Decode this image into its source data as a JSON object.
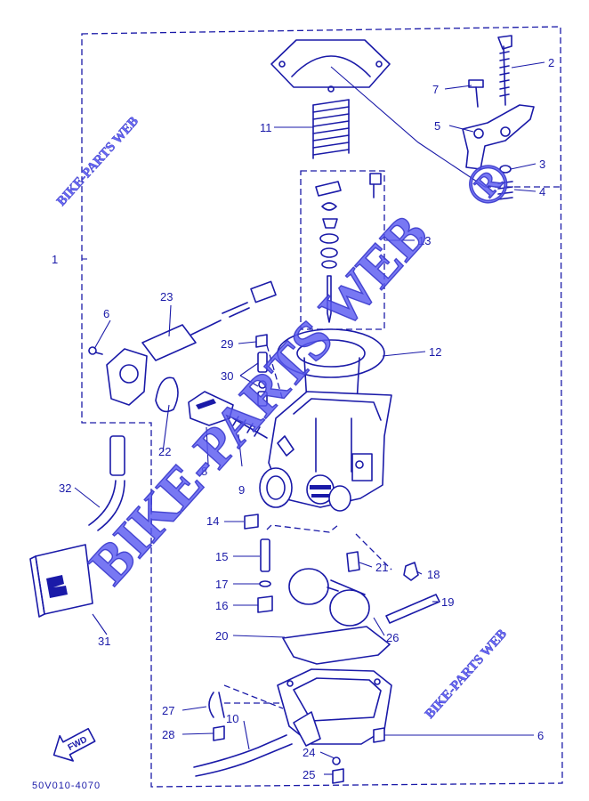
{
  "diagram": {
    "callouts": [
      "1",
      "2",
      "3",
      "4",
      "5",
      "6",
      "7",
      "8",
      "9",
      "10",
      "11",
      "12",
      "13",
      "14",
      "15",
      "16",
      "17",
      "18",
      "19",
      "20",
      "21",
      "22",
      "23",
      "24",
      "25",
      "26",
      "27",
      "28",
      "29",
      "30",
      "31",
      "32"
    ],
    "label_6_right": "6",
    "label_30": "30",
    "drawing_code": "50V010-4070",
    "direction_arrow": "FWD",
    "watermark_main": "BIKE-PARTS WEB",
    "watermark_small": "BIKE-PARTS WEB",
    "registered_mark": "®",
    "line_color": "#1a1aa8",
    "watermark_color": "#5a5af0"
  }
}
